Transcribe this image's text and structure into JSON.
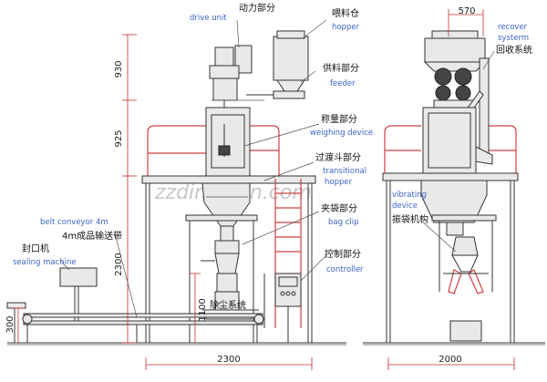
{
  "labels": {
    "drive": {
      "cn": "动力部分",
      "en": "drive unit"
    },
    "hopper": {
      "cn": "喂料仓",
      "en": "hopper"
    },
    "feeder": {
      "cn": "供料部分",
      "en": "feeder"
    },
    "weighing": {
      "cn": "称量部分",
      "en": "weighing device"
    },
    "transitional": {
      "cn": "过渡斗部分",
      "en": "transitional",
      "en2": "hopper"
    },
    "bagclip": {
      "cn": "夹袋部分",
      "en": "bag clip"
    },
    "controller": {
      "cn": "控制部分",
      "en": "controller"
    },
    "belt": {
      "cn": "4m成品输送带",
      "en": "belt conveyor 4m"
    },
    "sealing": {
      "cn": "封口机",
      "en": "sealing machine"
    },
    "dust": {
      "cn": "除尘系统"
    },
    "recover": {
      "cn": "回收系统",
      "en": "recover",
      "en2": "systerm"
    },
    "vibrating": {
      "cn": "振袋机构",
      "en": "vibrating",
      "en2": "device"
    }
  },
  "dimensions": {
    "d930": "930",
    "d925": "925",
    "d2300v": "2300",
    "d1100": "1100",
    "d300": "300",
    "d2300h": "2300",
    "d2000": "2000",
    "d570": "570"
  },
  "watermark": "zzdingli.en.com"
}
